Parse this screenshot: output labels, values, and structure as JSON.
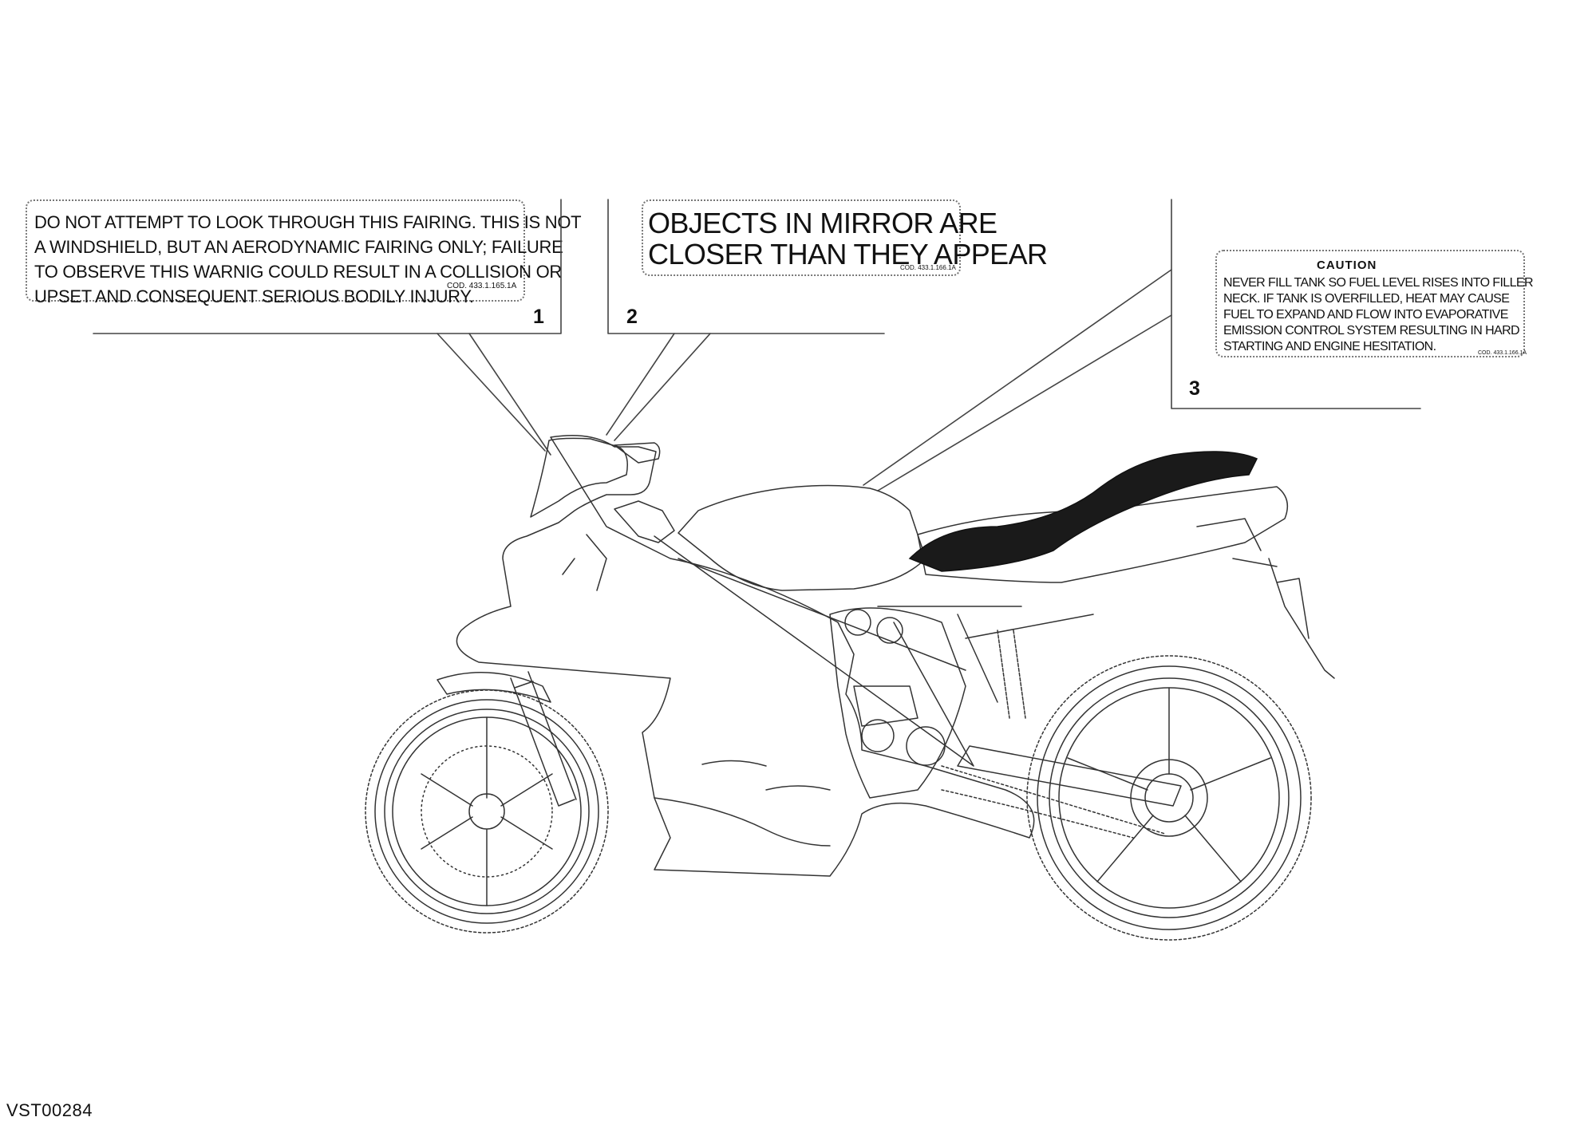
{
  "labels": {
    "fairing_warning": {
      "text": "DO NOT ATTEMPT TO LOOK THROUGH THIS FAIRING. THIS IS NOT\nA WINDSHIELD, BUT AN AERODYNAMIC FAIRING ONLY; FAILURE\nTO OBSERVE THIS WARNIG COULD RESULT IN A COLLISION OR\nUPSET AND CONSEQUENT SERIOUS BODILY INJURY.",
      "code": "Cod. 433.1.165.1A"
    },
    "mirror_warning": {
      "text": "OBJECTS IN MIRROR ARE\nCLOSER THAN THEY APPEAR",
      "code": "Cod. 433.1.166.1A"
    },
    "fuel_caution": {
      "title": "CAUTION",
      "text": "NEVER FILL TANK SO FUEL LEVEL RISES INTO FILLER\nNECK. IF TANK IS OVERFILLED, HEAT MAY CAUSE\nFUEL TO EXPAND AND FLOW INTO EVAPORATIVE\nEMISSION CONTROL SYSTEM RESULTING IN HARD\nSTARTING AND ENGINE HESITATION.",
      "code": "Cod. 433.1.166.1A"
    }
  },
  "callouts": [
    "1",
    "2",
    "3"
  ],
  "figure_id": "VST00284",
  "colors": {
    "ink": "#111111",
    "line": "#444444",
    "seat": "#1a1a1a"
  }
}
